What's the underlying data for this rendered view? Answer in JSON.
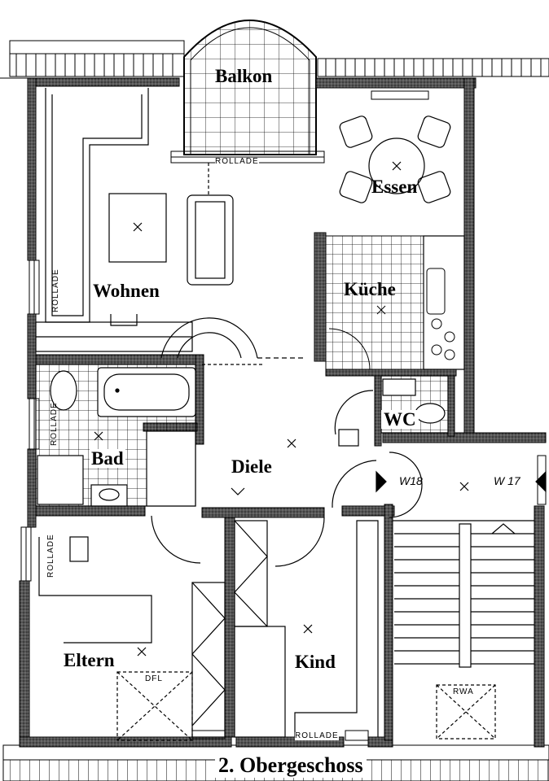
{
  "title": "2. Obergeschoss",
  "rooms": {
    "balkon": "Balkon",
    "wohnen": "Wohnen",
    "essen": "Essen",
    "kueche": "Küche",
    "wc": "WC",
    "bad": "Bad",
    "diele": "Diele",
    "eltern": "Eltern",
    "kind": "Kind"
  },
  "annotations": {
    "rollade": "ROLLADE",
    "dfl": "DFL",
    "rwa": "RWA",
    "w18": "W18",
    "w17": "W 17"
  }
}
